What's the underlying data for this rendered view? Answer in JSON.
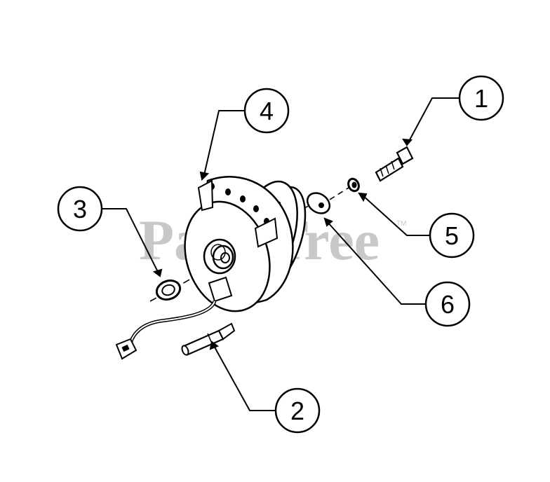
{
  "diagram": {
    "watermark": "PartsTree",
    "watermark_tm": "TM",
    "callouts": [
      "1",
      "2",
      "3",
      "4",
      "5",
      "6"
    ],
    "parts": [
      "pto-clutch-assembly",
      "shaft-bolt",
      "spacer-ring",
      "hex-bolt",
      "lock-washer",
      "flat-washer"
    ],
    "colors": {
      "line": "#000000",
      "background": "#ffffff",
      "watermark": "#c8c8c8"
    }
  }
}
